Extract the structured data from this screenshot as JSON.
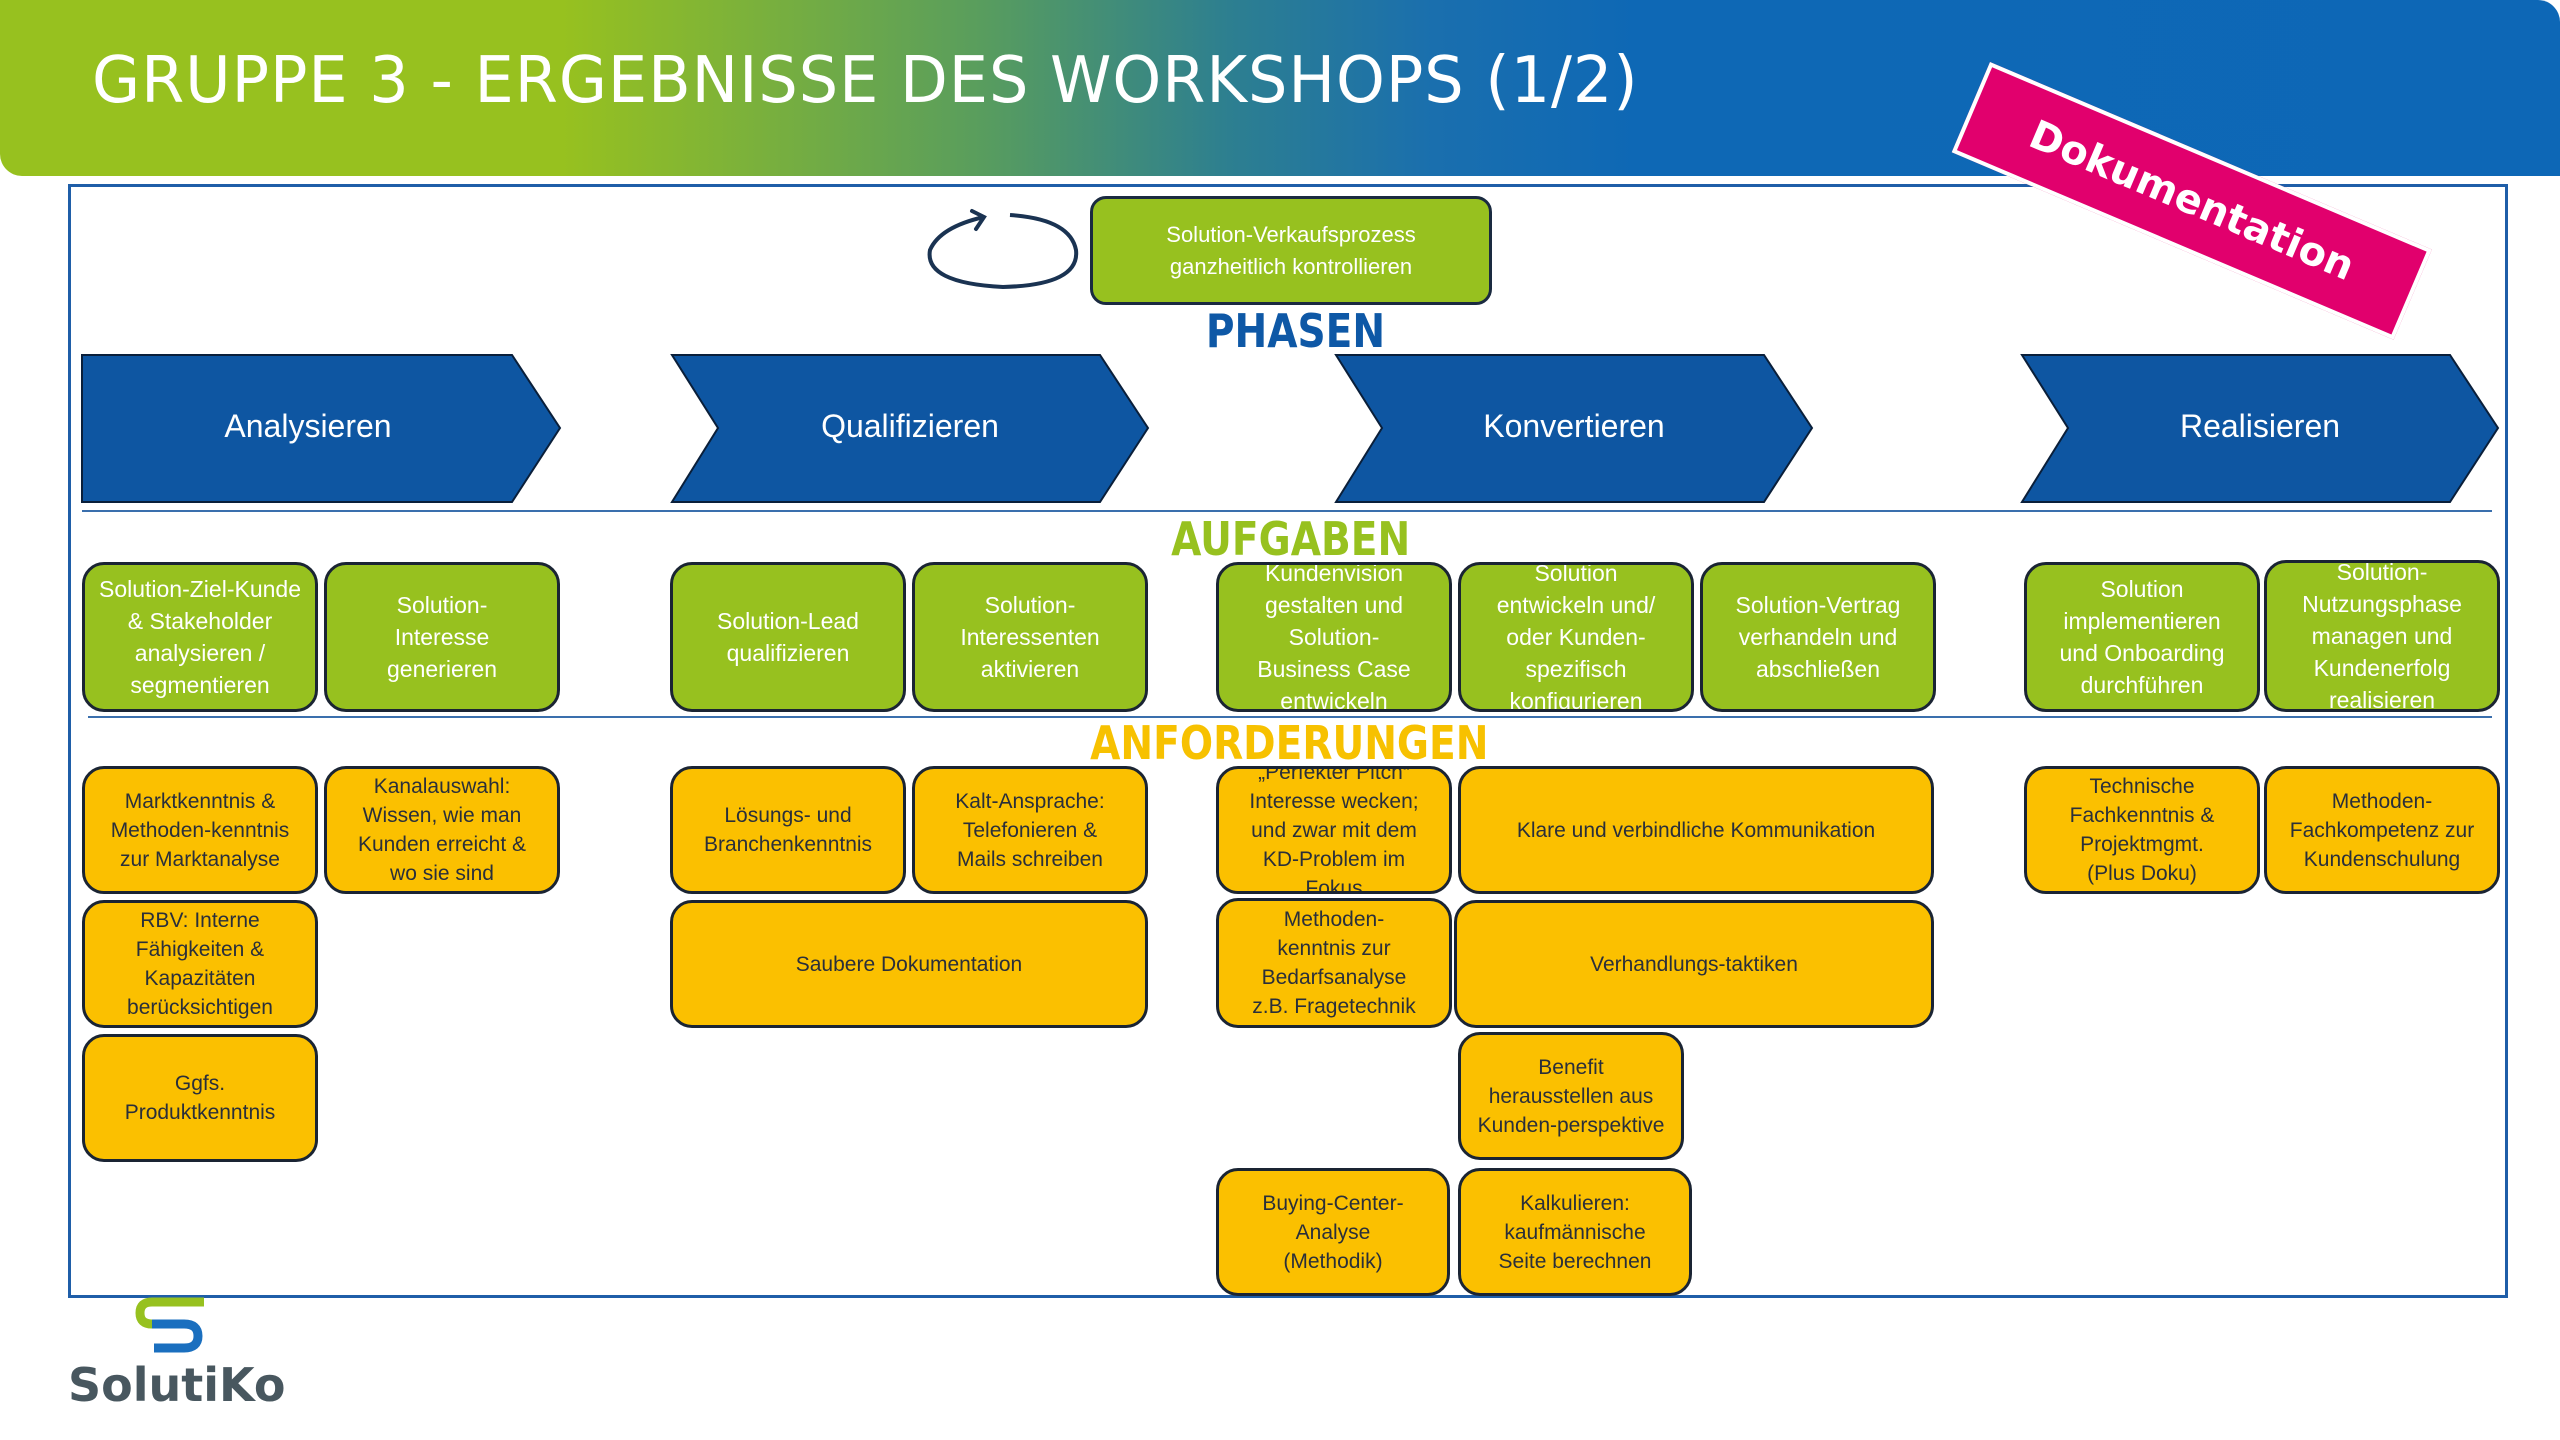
{
  "header": {
    "title": "GRUPPE 3 - ERGEBNISSE DES WORKSHOPS (1/2)",
    "stamp_label": "Dokumentation"
  },
  "colors": {
    "header_green": "#97c11f",
    "header_blue": "#0d67b6",
    "phase_blue": "#0e58a6",
    "task_green": "#97c11f",
    "requirement_yellow": "#fbc000",
    "stamp_pink": "#e1006d",
    "logo_gray": "#48575f"
  },
  "top_process": {
    "icon": "cycle-arrow-icon",
    "label": "Solution-Verkaufsprozess ganzheitlich kontrollieren"
  },
  "sections": {
    "phases_title": "PHASEN",
    "tasks_title": "AUFGABEN",
    "requirements_title": "ANFORDERUNGEN"
  },
  "phases": [
    {
      "label": "Analysieren"
    },
    {
      "label": "Qualifizieren"
    },
    {
      "label": "Konvertieren"
    },
    {
      "label": "Realisieren"
    }
  ],
  "tasks": [
    {
      "phase": "Analysieren",
      "label": "Solution-Ziel-Kunde & Stakeholder analysieren / segmentieren"
    },
    {
      "phase": "Analysieren",
      "label": "Solution-Interesse generieren"
    },
    {
      "phase": "Qualifizieren",
      "label": "Solution-Lead qualifizieren"
    },
    {
      "phase": "Qualifizieren",
      "label": "Solution-Interessenten aktivieren"
    },
    {
      "phase": "Konvertieren",
      "label": "Kundenvision gestalten und Solution-Business Case entwickeln"
    },
    {
      "phase": "Konvertieren",
      "label": "Solution entwickeln und/ oder Kunden-spezifisch konfigurieren"
    },
    {
      "phase": "Konvertieren",
      "label": "Solution-Vertrag verhandeln und abschließen"
    },
    {
      "phase": "Realisieren",
      "label": "Solution implementieren und Onboarding durchführen"
    },
    {
      "phase": "Realisieren",
      "label": "Solution-Nutzungsphase managen und Kundenerfolg realisieren"
    }
  ],
  "requirements": [
    {
      "phase": "Analysieren",
      "label": "Marktkenntnis & Methoden-kenntnis zur Marktanalyse"
    },
    {
      "phase": "Analysieren",
      "label": "Kanalauswahl: Wissen, wie man Kunden erreicht & wo sie sind"
    },
    {
      "phase": "Analysieren",
      "label": "RBV: Interne Fähigkeiten & Kapazitäten berücksichtigen"
    },
    {
      "phase": "Analysieren",
      "label": "Ggfs. Produktkenntnis"
    },
    {
      "phase": "Qualifizieren",
      "label": "Lösungs- und Branchenkenntnis"
    },
    {
      "phase": "Qualifizieren",
      "label": "Kalt-Ansprache: Telefonieren & Mails schreiben"
    },
    {
      "phase": "Qualifizieren",
      "label": "Saubere Dokumentation"
    },
    {
      "phase": "Konvertieren",
      "label": "„Perfekter Pitch“ Interesse wecken; und zwar mit dem KD-Problem im Fokus"
    },
    {
      "phase": "Konvertieren",
      "label": "Klare und verbindliche Kommunikation"
    },
    {
      "phase": "Konvertieren",
      "label": "Methoden-kenntnis zur Bedarfsanalyse z.B. Fragetechnik"
    },
    {
      "phase": "Konvertieren",
      "label": "Verhandlungs-taktiken"
    },
    {
      "phase": "Konvertieren",
      "label": "Benefit herausstellen aus Kunden-perspektive"
    },
    {
      "phase": "Konvertieren",
      "label": "Buying-Center-Analyse (Methodik)"
    },
    {
      "phase": "Konvertieren",
      "label": "Kalkulieren: kaufmännische Seite berechnen"
    },
    {
      "phase": "Realisieren",
      "label": "Technische Fachkenntnis & Projektmgmt. (Plus Doku)"
    },
    {
      "phase": "Realisieren",
      "label": "Methoden-Fachkompetenz zur Kundenschulung"
    }
  ],
  "logo": {
    "icon": "solutiko-s-logo-icon",
    "name": "SolutiKo"
  }
}
